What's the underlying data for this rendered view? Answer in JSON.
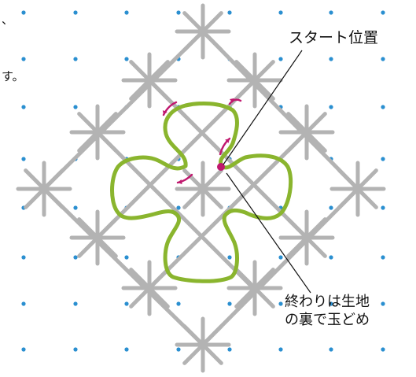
{
  "labels": {
    "start": "スタート位置",
    "end_line1": "終わりは生地",
    "end_line2": "の裏で玉どめ"
  },
  "fragments": {
    "top_left_1": "、",
    "top_left_2": "す。"
  },
  "colors": {
    "background": "#ffffff",
    "grid_dot": "#2a8fd0",
    "stitch_gray": "#b3b3b3",
    "clover_green": "#8ab52e",
    "arrow_magenta": "#c0186e",
    "leader_line": "#111111"
  }
}
